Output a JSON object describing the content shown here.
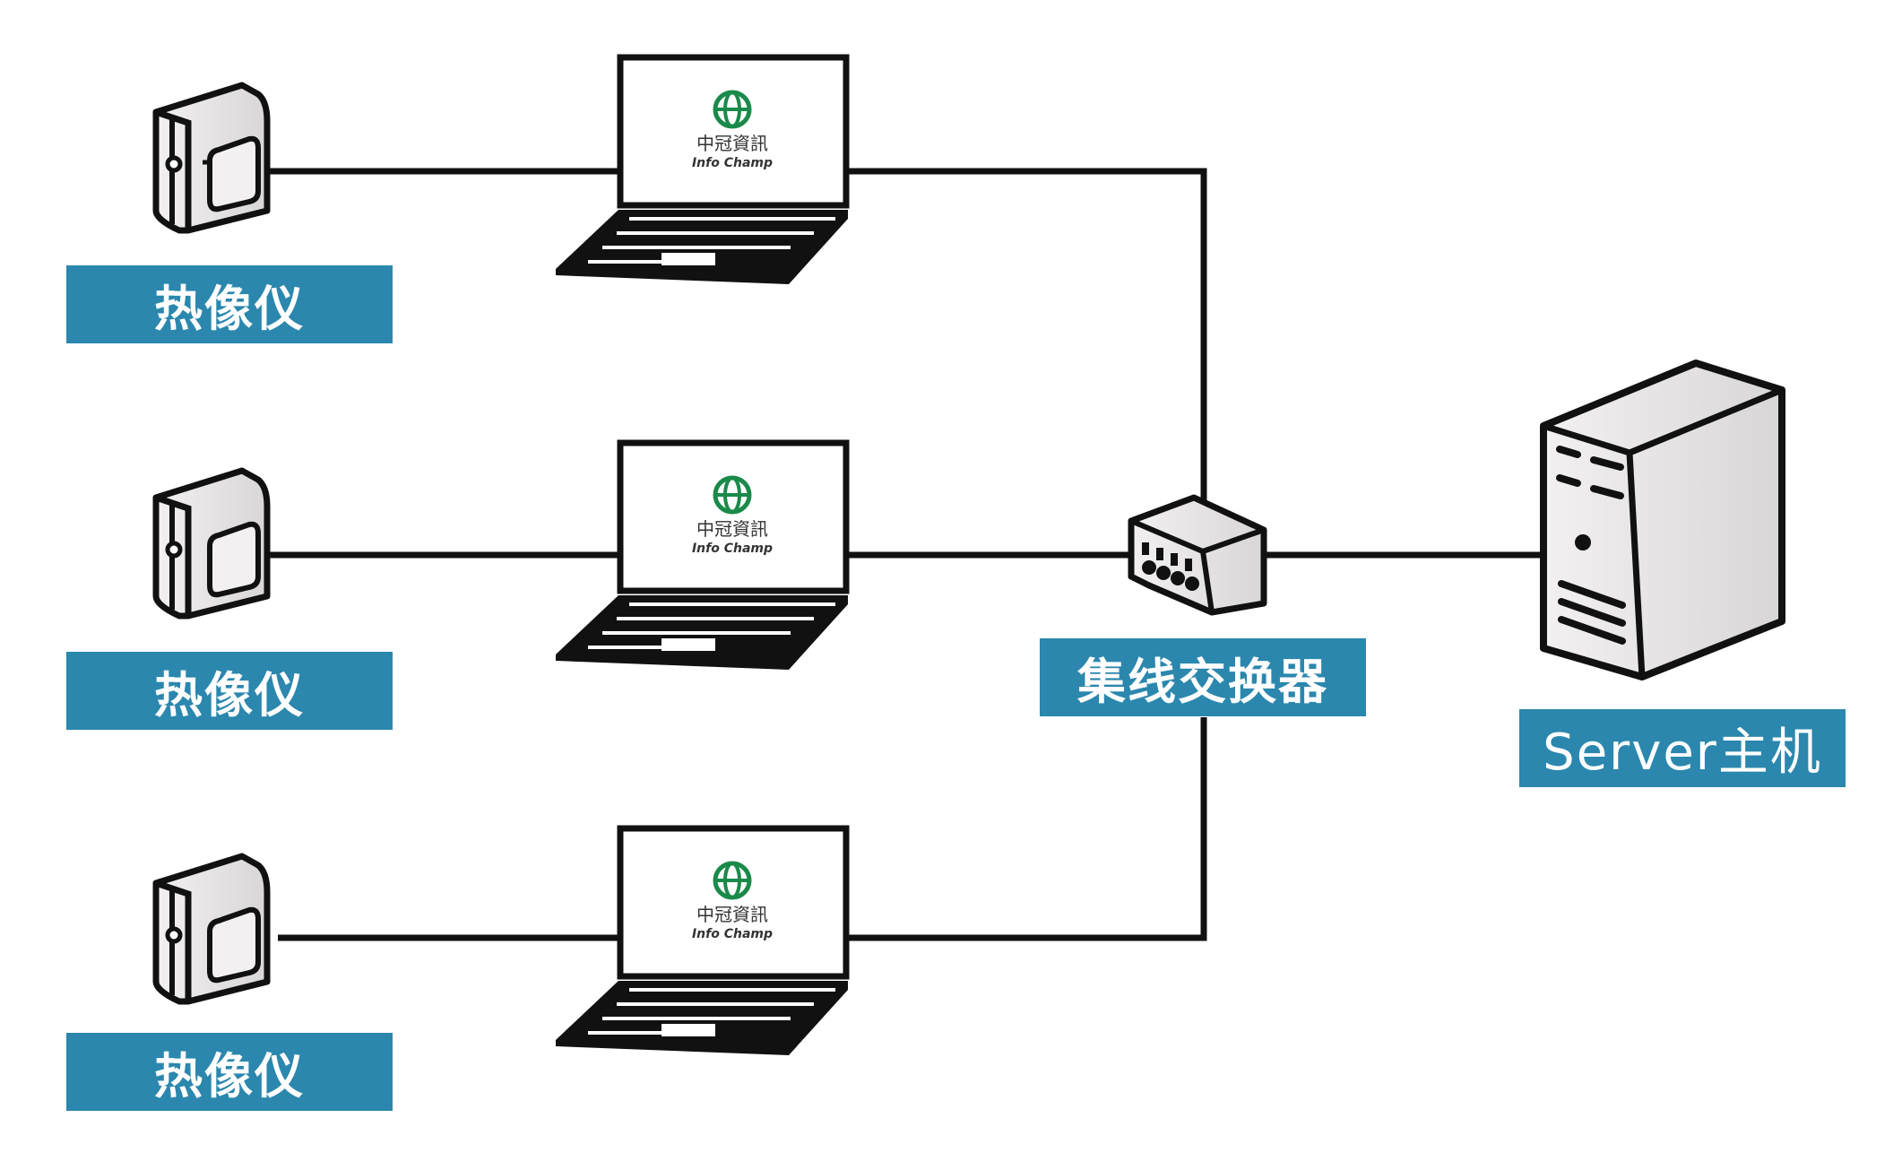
{
  "cameras": [
    {
      "label": "热像仪",
      "icon": "thermal-camera-icon"
    },
    {
      "label": "热像仪",
      "icon": "thermal-camera-icon"
    },
    {
      "label": "热像仪",
      "icon": "thermal-camera-icon"
    }
  ],
  "laptops": [
    {
      "logo_cn": "中冠資訊",
      "logo_en": "Info Champ",
      "icon": "laptop-icon"
    },
    {
      "logo_cn": "中冠資訊",
      "logo_en": "Info Champ",
      "icon": "laptop-icon"
    },
    {
      "logo_cn": "中冠資訊",
      "logo_en": "Info Champ",
      "icon": "laptop-icon"
    }
  ],
  "switch": {
    "label": "集线交换器",
    "icon": "network-switch-icon"
  },
  "server": {
    "label": "Server主机",
    "icon": "server-tower-icon"
  },
  "colors": {
    "label_bg": "#2b87ad",
    "label_text": "#ffffff",
    "line": "#111111",
    "logo_green": "#1a8a4a",
    "device_fill": "#e6e4e4"
  }
}
